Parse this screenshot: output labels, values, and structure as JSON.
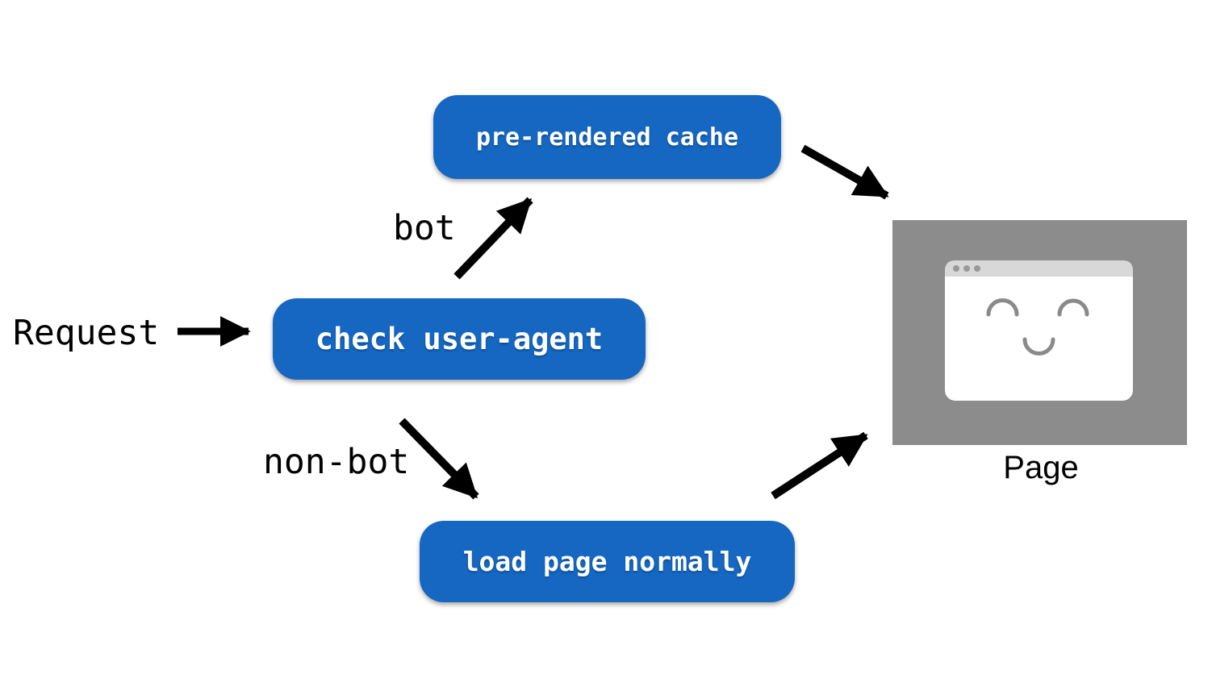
{
  "colors": {
    "node_blue": "#1567c1",
    "node_text": "#ffffff",
    "arrow_black": "#000000",
    "page_box_gray": "#8c8c8c",
    "window_white": "#ffffff",
    "titlebar_gray": "#d8d8d8",
    "face_stroke_gray": "#8a8a8a"
  },
  "diagram": {
    "request_label": "Request",
    "nodes": {
      "check_user_agent": "check user-agent",
      "pre_rendered_cache": "pre-rendered cache",
      "load_page_normally": "load page normally"
    },
    "edge_labels": {
      "bot": "bot",
      "non_bot": "non-bot"
    },
    "page_label": "Page"
  }
}
